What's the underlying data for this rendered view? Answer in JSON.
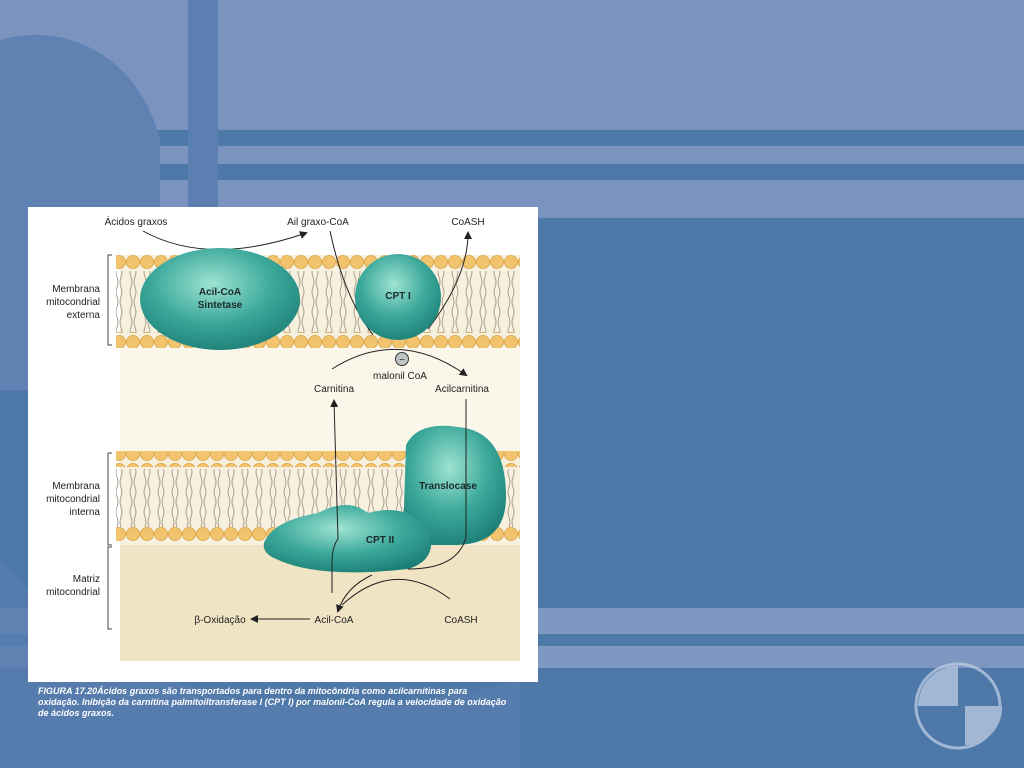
{
  "colors": {
    "slide_background": "#4e78a8",
    "slide_light_top": "#7a94bf",
    "protein_teal": "#3aa89a",
    "lipid_head": "#f2c46e",
    "membrane_fill": "#f7f0df",
    "matrix_fill": "#f1e4c4"
  },
  "diagram": {
    "top_labels": {
      "fatty_acids": "Ácidos graxos",
      "acyl_coa": "Ail graxo-CoA",
      "coash_top": "CoASH"
    },
    "side_labels": {
      "outer_membrane": [
        "Membrana",
        "mitocondrial",
        "externa"
      ],
      "inner_membrane": [
        "Membrana",
        "mitocondrial",
        "interna"
      ],
      "matrix": [
        "Matriz",
        "mitocondrial"
      ]
    },
    "proteins": {
      "acyl_coa_synthetase": [
        "Acil-CoA",
        "Sintetase"
      ],
      "cpt1": "CPT I",
      "translocase": "Translocase",
      "cpt2": "CPT II"
    },
    "middle": {
      "inhibitor_symbol": "−",
      "malonyl_coa": "malonil CoA",
      "carnitine": "Carnitina",
      "acylcarnitine": "Acilcarnitina"
    },
    "bottom": {
      "beta_oxidation": "β-Oxidação",
      "acyl_coa": "Acil-CoA",
      "coash": "CoASH"
    }
  },
  "caption": "FIGURA 17.20Ácidos graxos são transportados para dentro da mitocôndria como acilcarnitinas para oxidação. Inibição da carnitina palmitoiltransferase I (CPT I) por malonil-CoA regula a velocidade de oxidação de ácidos graxos.",
  "logo_icon": "circle-logo-icon"
}
